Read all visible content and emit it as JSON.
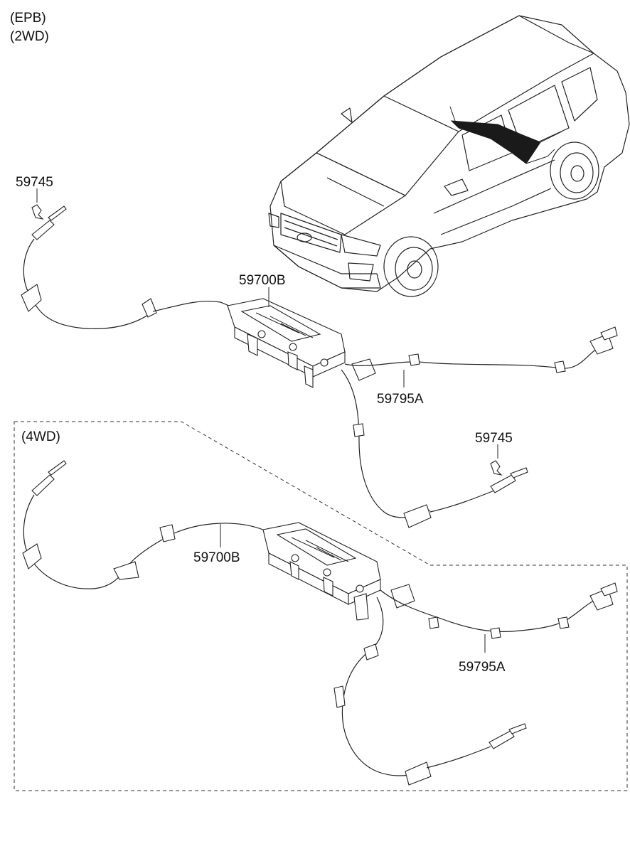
{
  "header": {
    "line1": "(EPB)",
    "line2": "(2WD)"
  },
  "section_4wd": {
    "label": "(4WD)"
  },
  "parts": {
    "clip_2wd_left": "59745",
    "actuator_2wd": "59700B",
    "cable_2wd": "59795A",
    "clip_2wd_right": "59745",
    "actuator_4wd": "59700B",
    "cable_4wd": "59795A"
  },
  "icons": [
    "vehicle-icon",
    "epb-actuator-icon",
    "brake-cable-icon",
    "clip-icon",
    "connector-icon"
  ]
}
